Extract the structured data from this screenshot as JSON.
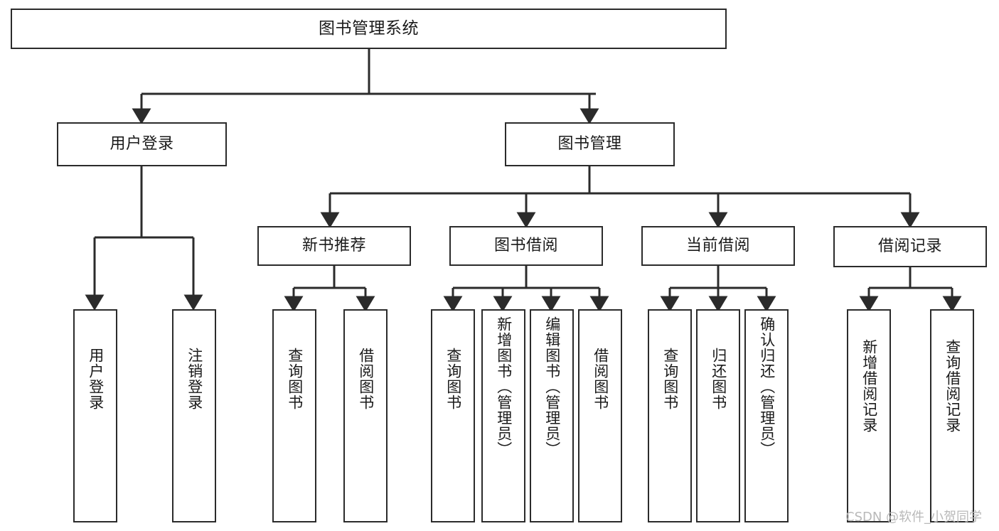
{
  "diagram": {
    "title": "图书管理系统",
    "type": "hierarchy-tree",
    "colors": {
      "stroke": "#2b2b2b",
      "fill": "#ffffff",
      "text": "#1a1a1a",
      "watermark": "#b9b9b9"
    },
    "levels": {
      "root": "图书管理系统",
      "level2": [
        "用户登录",
        "图书管理"
      ],
      "level3": [
        "新书推荐",
        "图书借阅",
        "当前借阅",
        "借阅记录"
      ]
    },
    "nodes": {
      "root": {
        "label": "图书管理系统"
      },
      "user_login": {
        "label": "用户登录"
      },
      "book_manage": {
        "label": "图书管理"
      },
      "new_book_rec": {
        "label": "新书推荐"
      },
      "book_borrow": {
        "label": "图书借阅"
      },
      "current_borrow": {
        "label": "当前借阅"
      },
      "borrow_record": {
        "label": "借阅记录"
      },
      "leaf_user_login": {
        "label": "用户登录"
      },
      "leaf_user_logout": {
        "label": "注销登录"
      },
      "leaf_query_book_a": {
        "label": "查询图书"
      },
      "leaf_borrow_book_a": {
        "label": "借阅图书"
      },
      "leaf_query_book_b": {
        "label": "查询图书"
      },
      "leaf_add_book": {
        "label": "新增图书（管理员）"
      },
      "leaf_edit_book": {
        "label": "编辑图书（管理员）"
      },
      "leaf_borrow_book_b": {
        "label": "借阅图书"
      },
      "leaf_query_book_c": {
        "label": "查询图书"
      },
      "leaf_return_book": {
        "label": "归还图书"
      },
      "leaf_confirm_return": {
        "label": "确认归还（管理员）"
      },
      "leaf_add_record": {
        "label": "新增借阅记录"
      },
      "leaf_query_record": {
        "label": "查询借阅记录"
      }
    },
    "watermark": "CSDN @软件_小贺同学"
  }
}
